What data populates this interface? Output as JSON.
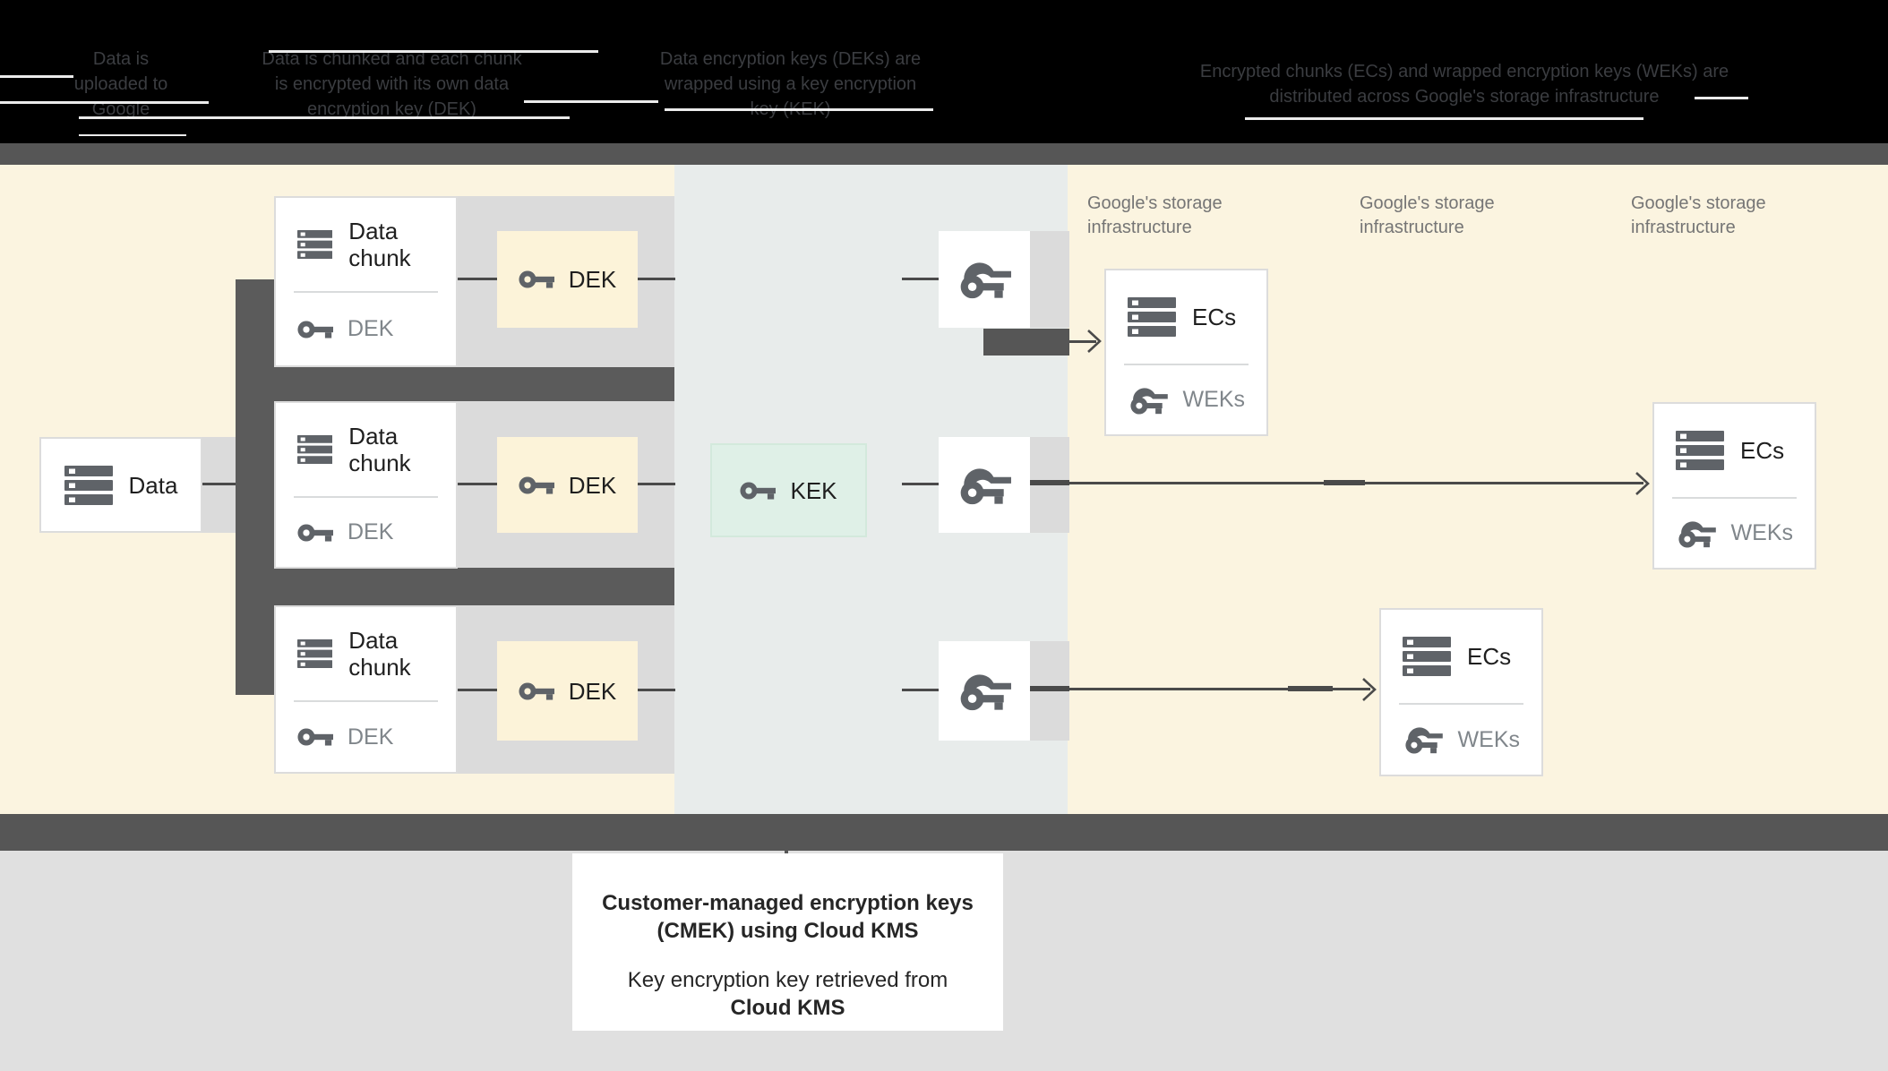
{
  "title": "Customer-managed encryption keys (CMEK) using Cloud KMS diagram",
  "header": {
    "steps": [
      {
        "text": "Data is uploaded to Google"
      },
      {
        "text": "Data is chunked and each chunk is encrypted with its own data encryption key (DEK)"
      },
      {
        "text": "Data encryption keys (DEKs) are wrapped using a key encryption key (KEK)"
      },
      {
        "text": "Encrypted chunks (ECs) and wrapped encryption keys (WEKs) are distributed across Google's storage infrastructure"
      }
    ]
  },
  "diagram": {
    "data_box": {
      "label": "Data"
    },
    "chunks": [
      {
        "title": "Data chunk",
        "key_label": "DEK"
      },
      {
        "title": "Data chunk",
        "key_label": "DEK"
      },
      {
        "title": "Data chunk",
        "key_label": "DEK"
      }
    ],
    "dek_boxes": [
      {
        "label": "DEK"
      },
      {
        "label": "DEK"
      },
      {
        "label": "DEK"
      }
    ],
    "kek_box": {
      "label": "KEK"
    },
    "storage_labels": [
      "Google's storage infrastructure",
      "Google's storage infrastructure",
      "Google's storage infrastructure"
    ],
    "ec_boxes": [
      {
        "title": "ECs",
        "key_label": "WEKs"
      },
      {
        "title": "ECs",
        "key_label": "WEKs"
      },
      {
        "title": "ECs",
        "key_label": "WEKs"
      }
    ],
    "icons": {
      "database": "database-icon",
      "key": "key-icon",
      "wrapped_key": "wrapped-key-icon",
      "arrow": "arrow-right-icon"
    }
  },
  "caption": {
    "title": "Customer-managed encryption keys (CMEK) using Cloud KMS",
    "subtitle_regular": "Key encryption key retrieved from",
    "subtitle_bold": "Cloud KMS"
  },
  "theme": {
    "cream": "#FBF4E0",
    "cream-box": "#FCF3D9",
    "mid-zone": "#E8ECEB",
    "green-box": "#DFF0E7",
    "green-border": "#D3E9DC",
    "dark-bar": "#5B5B5B",
    "band-gray": "#565656",
    "light-band": "#DBDBDB",
    "icon-dark": "#5F6368",
    "muted-text": "#80868B",
    "storage-text": "#757575",
    "line": "#4A4A4A",
    "box-border": "#DCDCDC",
    "bottom-bg": "#E0E0E0",
    "ink": "#202124",
    "header-ink": "#3B3D41"
  }
}
